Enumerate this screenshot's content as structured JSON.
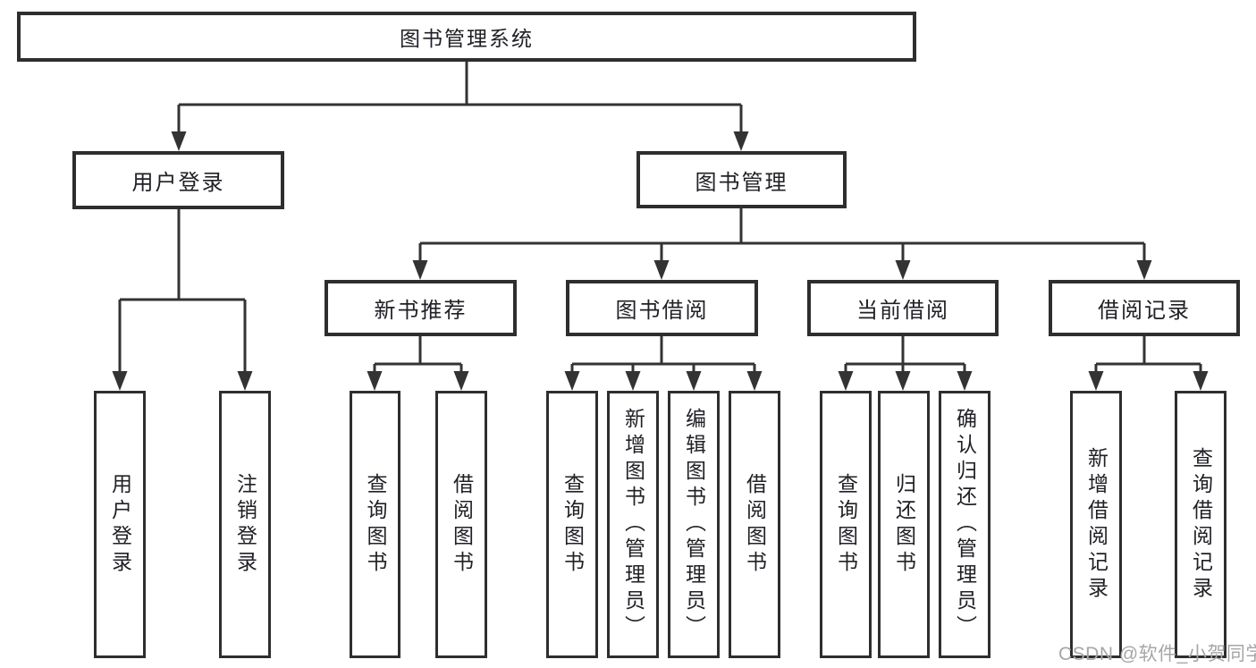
{
  "tree": {
    "root": {
      "label": "图书管理系统",
      "children": [
        {
          "label": "用户登录",
          "children": [
            {
              "label": "用户登录"
            },
            {
              "label": "注销登录"
            }
          ]
        },
        {
          "label": "图书管理",
          "children": [
            {
              "label": "新书推荐",
              "children": [
                {
                  "label": "查询图书"
                },
                {
                  "label": "借阅图书"
                }
              ]
            },
            {
              "label": "图书借阅",
              "children": [
                {
                  "label": "查询图书"
                },
                {
                  "label": "新增图书（管理员）"
                },
                {
                  "label": "编辑图书（管理员）"
                },
                {
                  "label": "借阅图书"
                }
              ]
            },
            {
              "label": "当前借阅",
              "children": [
                {
                  "label": "查询图书"
                },
                {
                  "label": "归还图书"
                },
                {
                  "label": "确认归还（管理员）"
                }
              ]
            },
            {
              "label": "借阅记录",
              "children": [
                {
                  "label": "新增借阅记录"
                },
                {
                  "label": "查询借阅记录"
                }
              ]
            }
          ]
        }
      ]
    }
  },
  "colors": {
    "line": "#333333",
    "border": "#2e2e2e",
    "text": "#202026",
    "watermark": "#a6a6aa"
  },
  "watermark": "CSDN @软件_小贺同学"
}
